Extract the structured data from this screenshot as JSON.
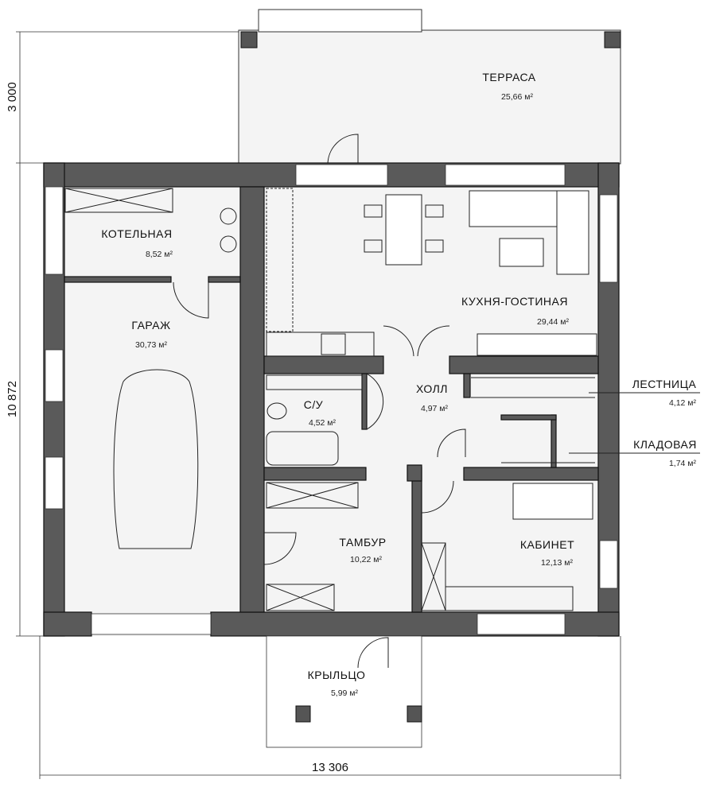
{
  "dimensions": {
    "terrace_depth": "3 000",
    "house_depth": "10 872",
    "house_width": "13 306"
  },
  "rooms": {
    "terrace": {
      "name": "ТЕРРАСА",
      "area": "25,66 м²"
    },
    "boiler": {
      "name": "КОТЕЛЬНАЯ",
      "area": "8,52 м²"
    },
    "garage": {
      "name": "ГАРАЖ",
      "area": "30,73 м²"
    },
    "kitchen": {
      "name": "КУХНЯ-ГОСТИНАЯ",
      "area": "29,44 м²"
    },
    "hall": {
      "name": "ХОЛЛ",
      "area": "4,97 м²"
    },
    "bathroom": {
      "name": "С/У",
      "area": "4,52 м²"
    },
    "stairs": {
      "name": "ЛЕСТНИЦА",
      "area": "4,12 м²"
    },
    "storage": {
      "name": "КЛАДОВАЯ",
      "area": "1,74 м²"
    },
    "vestibule": {
      "name": "ТАМБУР",
      "area": "10,22 м²"
    },
    "study": {
      "name": "КАБИНЕТ",
      "area": "12,13 м²"
    },
    "porch": {
      "name": "КРЫЛЬЦО",
      "area": "5,99 м²"
    }
  }
}
